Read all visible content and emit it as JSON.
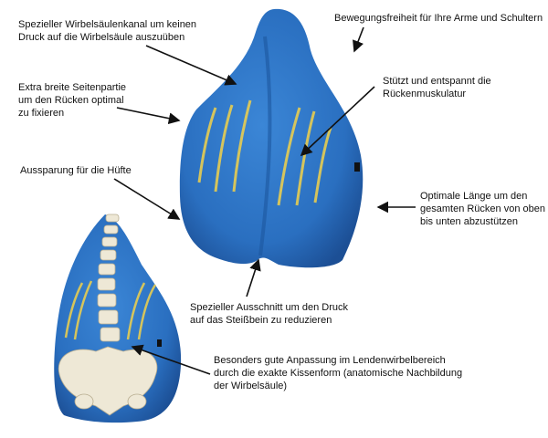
{
  "labels": {
    "spine_channel": [
      "Spezieller Wirbelsäulenkanal um keinen",
      "Druck auf die Wirbelsäule auszuüben"
    ],
    "freedom": [
      "Bewegungsfreiheit für Ihre Arme und Schultern"
    ],
    "side_part": [
      "Extra breite Seitenpartie",
      "um den Rücken optimal",
      "zu fixieren"
    ],
    "muscles": [
      "Stützt und entspannt die",
      "Rückenmuskulatur"
    ],
    "hip": [
      "Aussparung für die Hüfte"
    ],
    "length": [
      "Optimale Länge um den",
      "gesamten Rücken von oben",
      "bis unten abzustützen"
    ],
    "cutout": [
      "Spezieller Ausschnitt um den Druck",
      "auf das Steißbein zu reduzieren"
    ],
    "lumbar": [
      "Besonders gute Anpassung im Lendenwirbelbereich",
      "durch die exakte Kissenform (anatomische Nachbildung",
      "der Wirbelsäule)"
    ]
  },
  "colors": {
    "cushion": "#2a6fc0",
    "stripe": "#f2d24a",
    "arrow": "#111111"
  }
}
